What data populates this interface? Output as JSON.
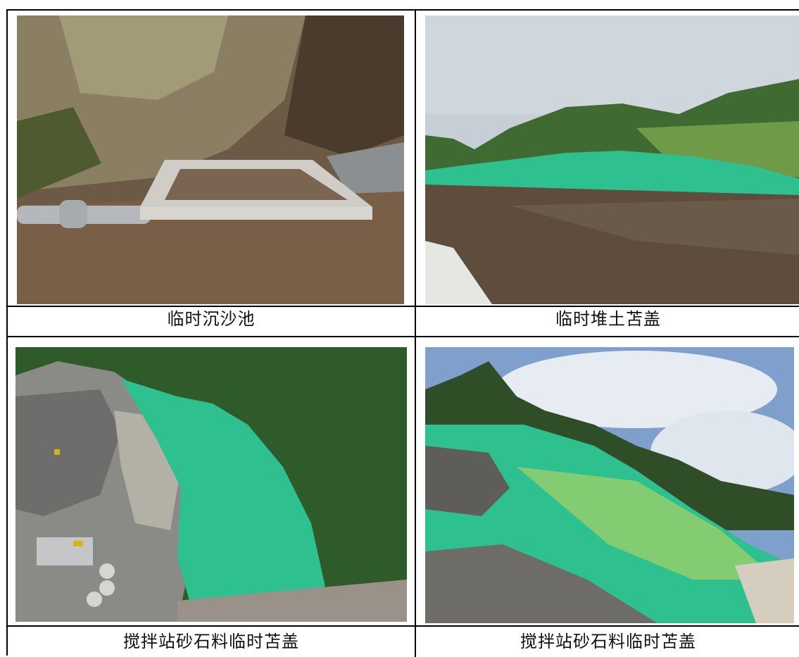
{
  "cells": [
    {
      "caption": "临时沉沙池",
      "photo": "sedimentation-basin-photo"
    },
    {
      "caption": "临时堆土苫盖",
      "photo": "covered-soil-pile-photo"
    },
    {
      "caption": "搅拌站砂石料临时苫盖",
      "photo": "aerial-mixing-station-photo"
    },
    {
      "caption": "搅拌站砂石料临时苫盖",
      "photo": "covered-slope-photo"
    }
  ],
  "colors": {
    "cover_net": "#2fc08f",
    "forest": "#2f5a2a",
    "soil": "#6b5540",
    "sky": "#c9d4dc"
  }
}
